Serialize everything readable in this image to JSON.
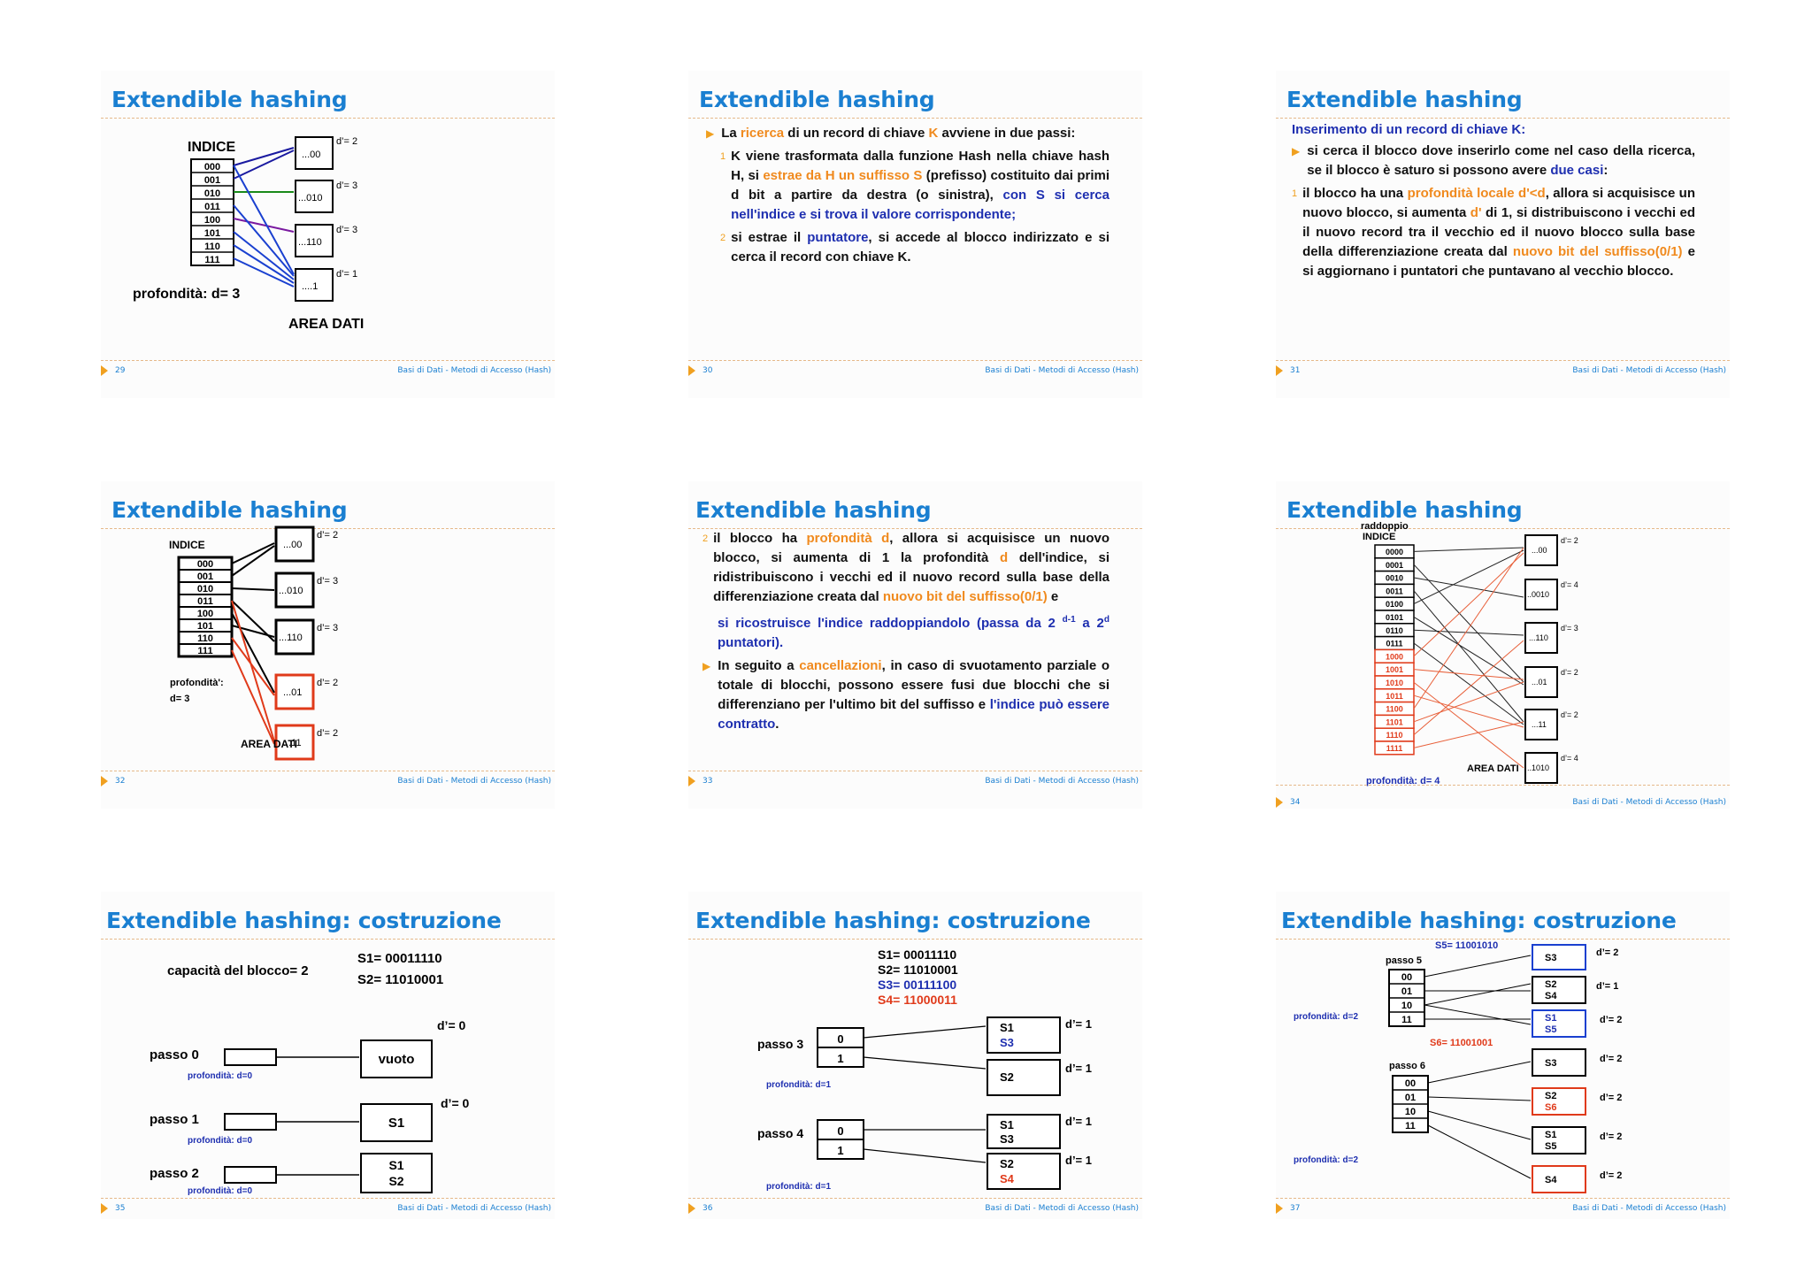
{
  "footer_text": "Basi di Dati - Metodi di Accesso (Hash)",
  "slides": [
    {
      "num": "29",
      "title": "Extendible hashing",
      "indice": "INDICE",
      "index_cells": [
        "000",
        "001",
        "010",
        "011",
        "100",
        "101",
        "110",
        "111"
      ],
      "blocks": [
        "...00",
        "...010",
        "...110",
        "....1"
      ],
      "depths": [
        "d’= 2",
        "d’= 3",
        "d’= 3",
        "d’= 1"
      ],
      "depth_label": "profondità: d= 3",
      "area": "AREA DATI"
    },
    {
      "num": "30",
      "title": "Extendible hashing",
      "p1a": "La ",
      "p1b": "ricerca",
      "p1c": " di un record di chiave ",
      "p1d": "K",
      "p1e": " avviene in due passi:",
      "s1a": "K viene trasformata dalla funzione Hash nella chiave hash H, si ",
      "s1b": "estrae da H un suffisso S",
      "s1c": " (prefisso) costituito dai primi d bit a partire da destra (o sinistra), ",
      "s1d": "con S si cerca nell'indice e si trova il valore corrispondente;",
      "s2a": "si estrae il ",
      "s2b": "puntatore",
      "s2c": ", si accede al blocco indirizzato e si cerca il record con chiave K.",
      "m1": "1",
      "m2": "2"
    },
    {
      "num": "31",
      "title": "Extendible hashing",
      "head": "Inserimento di un record di chiave K:",
      "p1a": "si cerca il blocco dove inserirlo come nel caso della ricerca, se il blocco è saturo si possono avere ",
      "p1b": "due casi",
      ":": ":",
      "s1a": "il blocco ha una ",
      "s1b": "profondità locale d'<d",
      "s1c": ", allora si acquisisce un nuovo blocco, si aumenta ",
      "s1d": "d'",
      "s1e": " di 1, si distribuiscono i vecchi ed il nuovo record tra il vecchio ed il nuovo blocco sulla base della differenziazione creata dal ",
      "s1f": "nuovo bit del suffisso(0/1)",
      "s1g": " e si aggiornano i puntatori che puntavano al vecchio blocco.",
      "m1": "1"
    },
    {
      "num": "32",
      "title": "Extendible hashing",
      "indice": "INDICE",
      "index_cells": [
        "000",
        "001",
        "010",
        "011",
        "100",
        "101",
        "110",
        "111"
      ],
      "blocks": [
        "...00",
        "...010",
        "...110",
        "...01",
        "...11"
      ],
      "depths": [
        "d’= 2",
        "d’= 3",
        "d’= 3",
        "d’= 2",
        "d’= 2"
      ],
      "depth_label1": "profondità':",
      "depth_label2": "d= 3",
      "area": "AREA DATI"
    },
    {
      "num": "33",
      "title": "Extendible hashing",
      "m2": "2",
      "p1a": "il blocco ha ",
      "p1b": "profondità d",
      "p1c": ", allora si acquisisce un nuovo blocco, si aumenta di 1 la profondità ",
      "p1d": "d",
      "p1e": "  dell'indice, si ridistribuiscono i vecchi ed il nuovo record sulla base della differenziazione creata dal ",
      "p1f": "nuovo bit del suffisso(0/1)",
      "p1g": " e",
      "p2a": "si ricostruisce l'indice raddoppiandolo (passa da 2 ",
      "p2b": "d-1",
      "p2c": " a 2",
      "p2d": "d",
      "p2e": " puntatori).",
      "p3a": "In seguito a ",
      "p3b": "cancellazioni",
      "p3c": ", in caso di svuotamento parziale o totale di  blocchi, possono essere fusi due blocchi che si differenziano per l'ultimo bit del suffisso e ",
      "p3d": "l'indice può essere contratto",
      "p3e": "."
    },
    {
      "num": "34",
      "title": "Extendible hashing",
      "raddoppio": "raddoppio",
      "indice": "INDICE",
      "index_cells": [
        "0000",
        "0001",
        "0010",
        "0011",
        "0100",
        "0101",
        "0110",
        "0111",
        "1000",
        "1001",
        "1010",
        "1011",
        "1100",
        "1101",
        "1110",
        "1111"
      ],
      "blocks": [
        "...00",
        "..0010",
        "...110",
        "...01",
        "...11",
        "..1010"
      ],
      "depths": [
        "d’= 2",
        "d’= 4",
        "d’= 3",
        "d’= 2",
        "d’= 2",
        "d’= 4"
      ],
      "area": "AREA DATI",
      "depth_label": "profondità: d= 4"
    },
    {
      "num": "35",
      "title": "Extendible hashing: costruzione",
      "cap": "capacità del blocco= 2",
      "s1": "S1= 00011110",
      "s2": "S2= 11010001",
      "d0": "d’= 0",
      "d1": "d’= 0",
      "passo0": "passo 0",
      "passo1": "passo 1",
      "passo2": "passo 2",
      "prof": "profondità: d=0",
      "b0": "vuoto",
      "b1": "S1",
      "b2a": "S1",
      "b2b": "S2"
    },
    {
      "num": "36",
      "title": "Extendible hashing: costruzione",
      "s1": "S1= 00011110",
      "s2": "S2= 11010001",
      "s3": "S3= 00111100",
      "s4": "S4= 11000011",
      "passo3": "passo 3",
      "passo4": "passo 4",
      "prof": "profondità: d=1",
      "cells": [
        "0",
        "1"
      ],
      "d": "d’= 1",
      "b1a": "S1",
      "b1b": "S3",
      "b2": "S2",
      "b3a": "S1",
      "b3b": "S3",
      "b4a": "S2",
      "b4b": "S4"
    },
    {
      "num": "37",
      "title": "Extendible hashing: costruzione",
      "s5": "S5= 11001010",
      "s6": "S6= 11001001",
      "passo5": "passo 5",
      "passo6": "passo 6",
      "prof": "profondità: d=2",
      "cells": [
        "00",
        "01",
        "10",
        "11"
      ],
      "d2": "d’= 2",
      "d1": "d’= 1",
      "blk_s3": "S3",
      "blk_s2": "S2",
      "blk_s4": "S4",
      "blk_s1": "S1",
      "blk_s5": "S5",
      "blk_s6": "S6"
    }
  ]
}
